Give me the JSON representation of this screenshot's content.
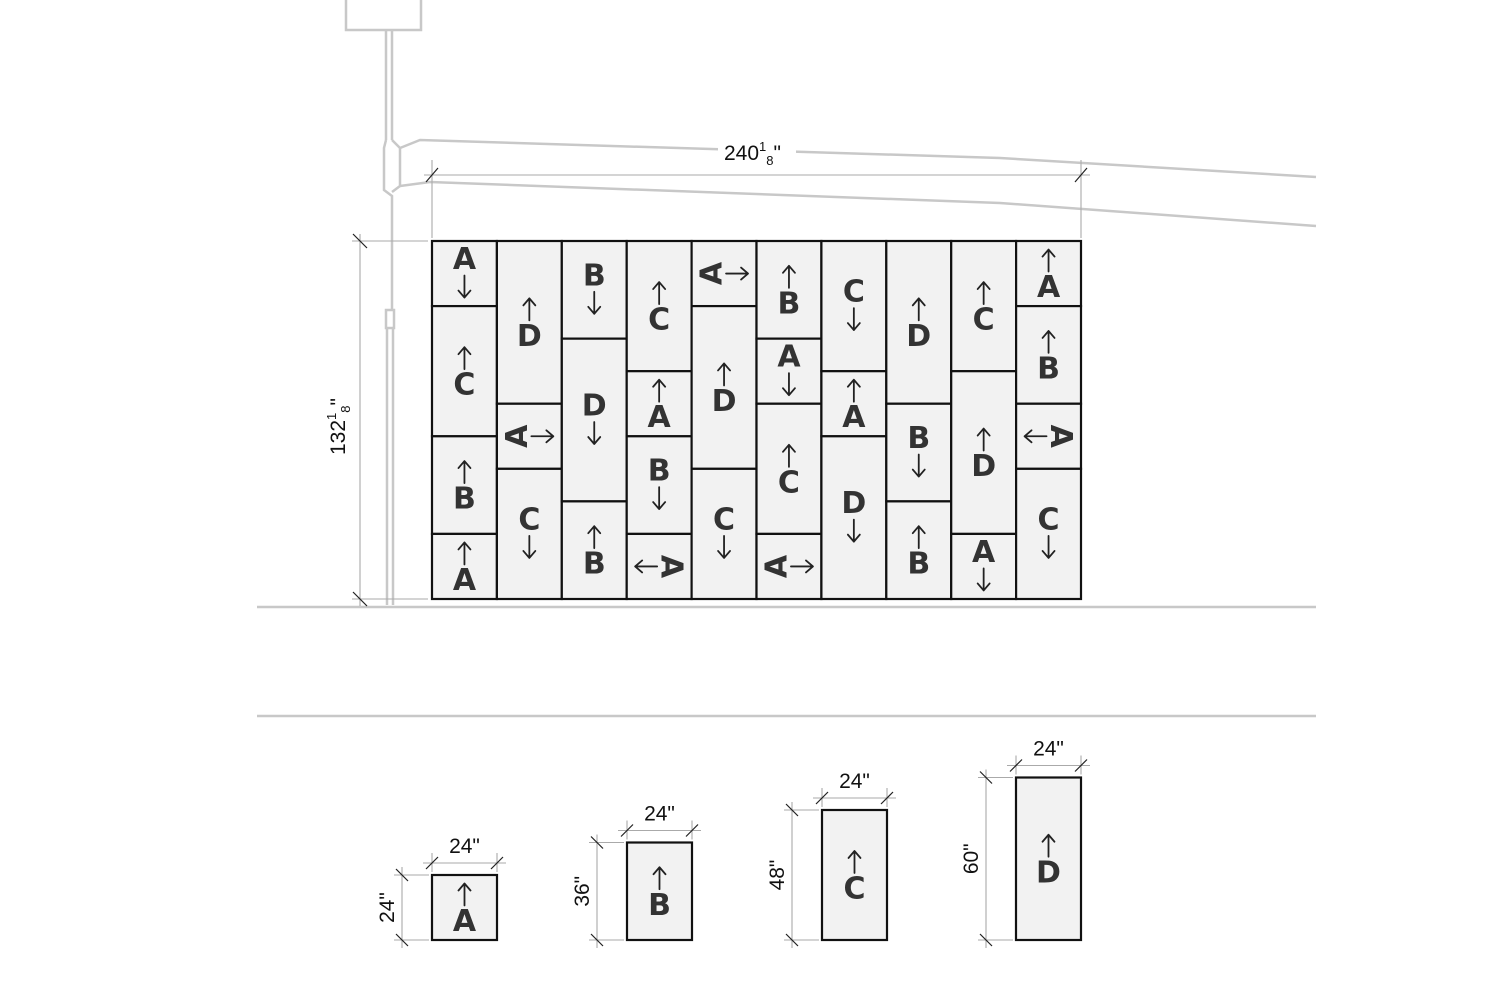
{
  "dimensions": {
    "overall_width": {
      "main": "240",
      "sup": "1",
      "sub": "8",
      "unit": "\""
    },
    "overall_height": {
      "main": "132",
      "sup": "1",
      "sub": "8",
      "unit": "\""
    }
  },
  "wall": {
    "columns": [
      [
        {
          "t": "A",
          "dir": "down"
        },
        {
          "t": "C",
          "dir": "up"
        },
        {
          "t": "B",
          "dir": "up"
        },
        {
          "t": "A",
          "dir": "up"
        }
      ],
      [
        {
          "t": "D",
          "dir": "up"
        },
        {
          "t": "A",
          "dir": "right"
        },
        {
          "t": "C",
          "dir": "down"
        }
      ],
      [
        {
          "t": "B",
          "dir": "down"
        },
        {
          "t": "D",
          "dir": "down"
        },
        {
          "t": "B",
          "dir": "up"
        }
      ],
      [
        {
          "t": "C",
          "dir": "up"
        },
        {
          "t": "A",
          "dir": "up"
        },
        {
          "t": "B",
          "dir": "down"
        },
        {
          "t": "A",
          "dir": "left"
        }
      ],
      [
        {
          "t": "A",
          "dir": "right"
        },
        {
          "t": "D",
          "dir": "up"
        },
        {
          "t": "C",
          "dir": "down"
        }
      ],
      [
        {
          "t": "B",
          "dir": "up"
        },
        {
          "t": "A",
          "dir": "down"
        },
        {
          "t": "C",
          "dir": "up"
        },
        {
          "t": "A",
          "dir": "right"
        }
      ],
      [
        {
          "t": "C",
          "dir": "down"
        },
        {
          "t": "A",
          "dir": "up"
        },
        {
          "t": "D",
          "dir": "down"
        }
      ],
      [
        {
          "t": "D",
          "dir": "up"
        },
        {
          "t": "B",
          "dir": "down"
        },
        {
          "t": "B",
          "dir": "up"
        }
      ],
      [
        {
          "t": "C",
          "dir": "up"
        },
        {
          "t": "D",
          "dir": "up"
        },
        {
          "t": "A",
          "dir": "down"
        }
      ],
      [
        {
          "t": "A",
          "dir": "up"
        },
        {
          "t": "B",
          "dir": "up"
        },
        {
          "t": "A",
          "dir": "left"
        },
        {
          "t": "C",
          "dir": "down"
        }
      ]
    ]
  },
  "legend": [
    {
      "letter": "A",
      "width_label": "24\"",
      "height_label": "24\"",
      "height_in": 24
    },
    {
      "letter": "B",
      "width_label": "24\"",
      "height_label": "36\"",
      "height_in": 36
    },
    {
      "letter": "C",
      "width_label": "24\"",
      "height_label": "48\"",
      "height_in": 48
    },
    {
      "letter": "D",
      "width_label": "24\"",
      "height_label": "60\"",
      "height_in": 60
    }
  ]
}
